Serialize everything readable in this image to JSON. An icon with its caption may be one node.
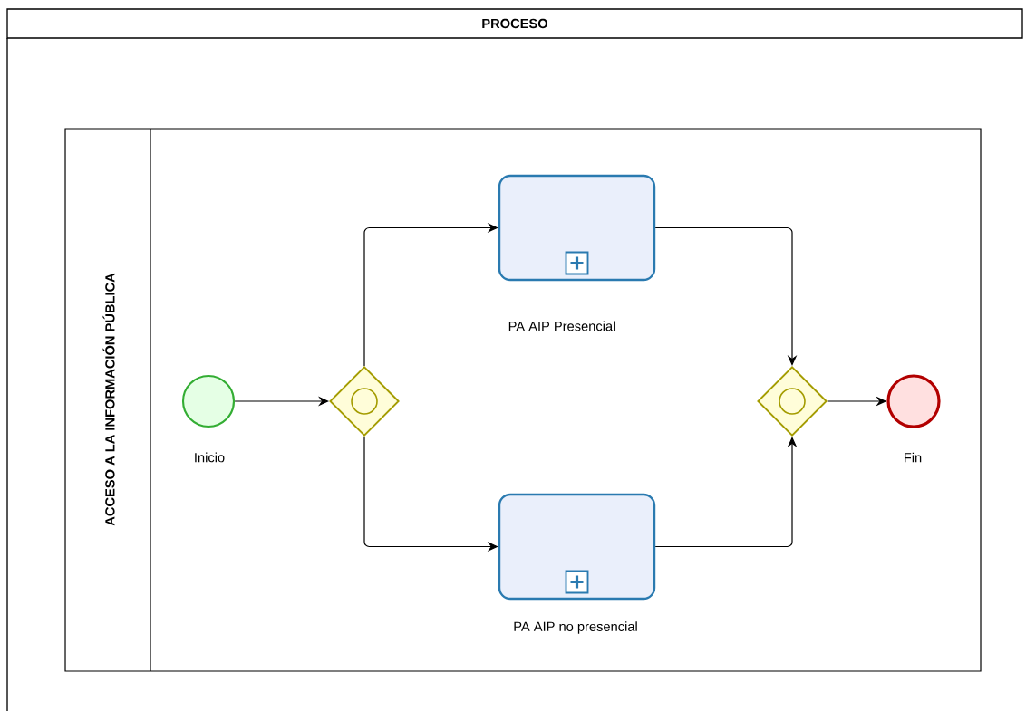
{
  "diagram": {
    "title": "PROCESO",
    "nodes": [
      {
        "text": [
          "ACCESO A LA INFORMACIÓN PÚBLICA"
        ]
      },
      {
        "text": [],
        "shape": "circle",
        "beside": [
          "Inicio"
        ],
        "in": 0
      },
      {
        "text": [],
        "shape": "diamond",
        "in": 0
      },
      {
        "text": [],
        "shape": "box",
        "beside": [
          "PA AIP Presencial"
        ],
        "in": 0
      },
      {
        "text": [],
        "shape": "box",
        "beside": [
          "PA AIP no presencial"
        ],
        "in": 0
      },
      {
        "text": [],
        "shape": "diamond",
        "in": 0
      },
      {
        "text": [],
        "shape": "circle",
        "beside": [
          "Fin"
        ],
        "in": 0
      }
    ],
    "edges": [
      {
        "from": 1,
        "to": 2,
        "arrow": "to"
      },
      {
        "from": 2,
        "to": 3,
        "arrow": "to"
      },
      {
        "from": 2,
        "to": 4,
        "arrow": "to"
      },
      {
        "from": 3,
        "to": 5,
        "arrow": "to"
      },
      {
        "from": 4,
        "to": 5,
        "arrow": "to"
      },
      {
        "from": 5,
        "to": 6,
        "arrow": "to"
      }
    ]
  }
}
